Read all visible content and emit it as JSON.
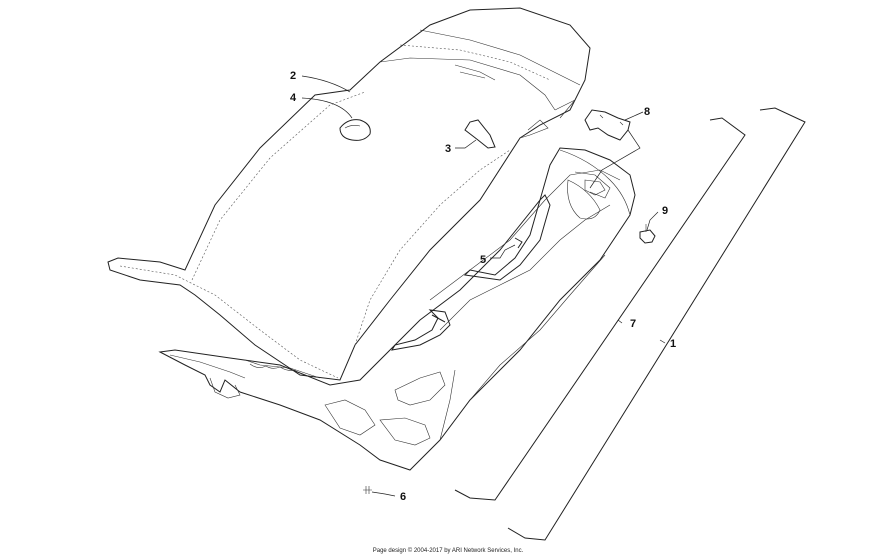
{
  "callouts": [
    "1",
    "2",
    "3",
    "4",
    "5",
    "6",
    "7",
    "8",
    "9"
  ],
  "footer": "Page design © 2004-2017 by ARI Network Services, Inc."
}
